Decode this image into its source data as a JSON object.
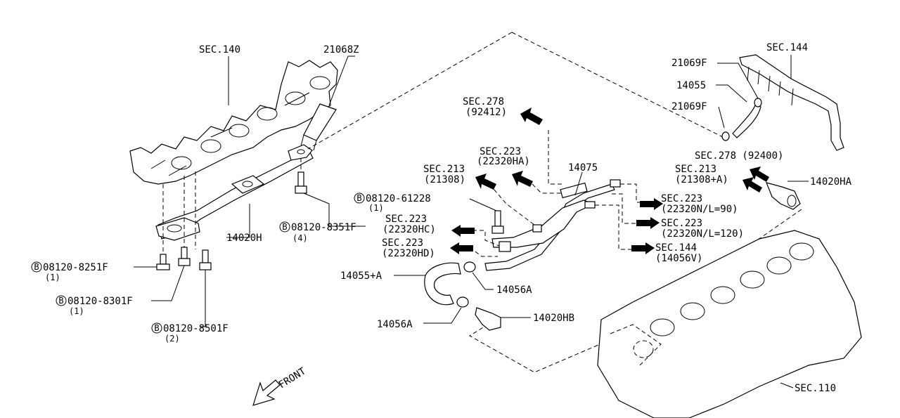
{
  "labels": {
    "sec140": "SEC.140",
    "p21068z": "21068Z",
    "sec144_top": "SEC.144",
    "p21069f_a": "21069F",
    "p14055": "14055",
    "p21069f_b": "21069F",
    "sec278_a": "SEC.278",
    "sec278_a_sub": "(92412)",
    "sec278_b": "SEC.278 (92400)",
    "sec213_a": "SEC.213",
    "sec213_a_sub": "(21308+A)",
    "p14020ha": "14020HA",
    "sec223_ha": "SEC.223",
    "sec223_ha_sub": "(22320HA)",
    "p14075": "14075",
    "sec213_b": "SEC.213",
    "sec213_b_sub": "(21308)",
    "bolt_61228": "08120-61228",
    "bolt_61228_qty": "(1)",
    "sec223_n90": "SEC.223",
    "sec223_n90_sub": "(22320N/L=90)",
    "sec223_n120": "SEC.223",
    "sec223_n120_sub": "(22320N/L=120)",
    "sec144_b": "SEC.144",
    "sec144_b_sub": "(14056V)",
    "sec223_hc": "SEC.223",
    "sec223_hc_sub": "(22320HC)",
    "sec223_hd": "SEC.223",
    "sec223_hd_sub": "(22320HD)",
    "p14055a": "14055+A",
    "p14056a_a": "14056A",
    "p14056a_b": "14056A",
    "p14020hb": "14020HB",
    "p14020h": "14020H",
    "bolt_8351": "08120-8351F",
    "bolt_8351_qty": "(4)",
    "bolt_8251": "08120-8251F",
    "bolt_8251_qty": "(1)",
    "bolt_8301": "08120-8301F",
    "bolt_8301_qty": "(1)",
    "bolt_8501": "08120-8501F",
    "bolt_8501_qty": "(2)",
    "front": "FRONT",
    "sec110": "SEC.110",
    "bolt_mark": "B"
  }
}
